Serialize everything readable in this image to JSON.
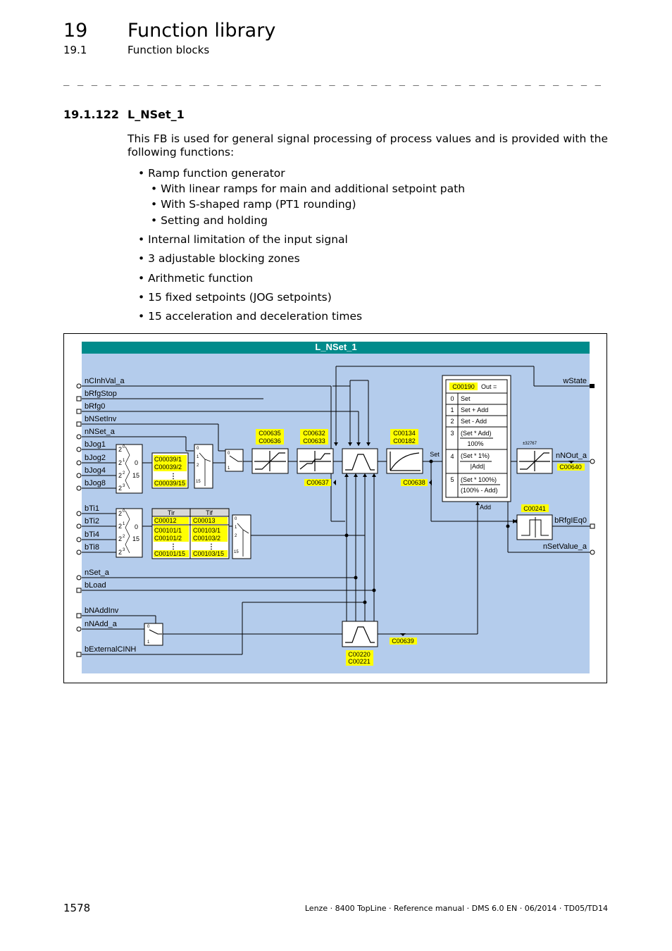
{
  "header": {
    "chapter_number": "19",
    "chapter_title": "Function library",
    "section_number": "19.1",
    "section_title": "Function blocks",
    "rule": "_ _ _ _ _ _ _ _ _ _ _ _ _ _ _ _ _ _ _ _ _ _ _ _ _ _ _ _ _ _ _ _ _ _ _ _ _ _ _ _ _ _ _ _ _ _ _ _ _ _ _ _ _ _ _ _ _ _ _ _ _ _ _ _ _"
  },
  "section": {
    "number": "19.1.122",
    "title": "L_NSet_1",
    "intro": "This FB is used for general signal processing of process values and is provided with the following functions:",
    "bullets": [
      "Ramp function generator",
      "With linear ramps for main and additional setpoint path",
      "With S-shaped ramp (PT1 rounding)",
      "Setting and holding",
      "Internal limitation of the input signal",
      "3 adjustable blocking zones",
      "Arithmetic function",
      "15 fixed setpoints (JOG setpoints)",
      "15 acceleration and deceleration times"
    ]
  },
  "diagram": {
    "title": "L_NSet_1",
    "colors": {
      "banner": "#008B8B",
      "panel": "#B4CCEC",
      "highlight": "#FFFF00"
    },
    "inputs": [
      "nCInhVal_a",
      "bRfgStop",
      "bRfg0",
      "bNSetInv",
      "nNSet_a",
      "bJog1",
      "bJog2",
      "bJog4",
      "bJog8",
      "bTi1",
      "bTi2",
      "bTi4",
      "bTi8",
      "nSet_a",
      "bLoad",
      "bNAddInv",
      "nNAdd_a",
      "bExternalCINH"
    ],
    "outputs": [
      "wState",
      "nNOut_a",
      "bRfgIEq0",
      "nSetValue_a"
    ],
    "codes": {
      "c635": "C00635",
      "c636": "C00636",
      "c632": "C00632",
      "c633": "C00633",
      "c134": "C00134",
      "c182": "C00182",
      "c637": "C00637",
      "c638": "C00638",
      "c640": "C00640",
      "c241": "C00241",
      "c639": "C00639",
      "c220": "C00220",
      "c221": "C00221",
      "c39_1": "C00039/1",
      "c39_2": "C00039/2",
      "c39_15": "C00039/15",
      "tir": "Tir",
      "tif": "Tif",
      "c12": "C00012",
      "c13": "C00013",
      "c101_1": "C00101/1",
      "c101_2": "C00101/2",
      "c101_15": "C00101/15",
      "c103_1": "C00103/1",
      "c103_2": "C00103/2",
      "c103_15": "C00103/15"
    },
    "arith": {
      "code": "C00190",
      "out_label": "Out =",
      "rows": [
        {
          "n": "0",
          "t": "Set"
        },
        {
          "n": "1",
          "t": "Set + Add"
        },
        {
          "n": "2",
          "t": "Set - Add"
        },
        {
          "n": "3",
          "t": "(Set * Add)",
          "d": "100%"
        },
        {
          "n": "4",
          "t": "(Set * 1%)",
          "d": "|Add|"
        },
        {
          "n": "5",
          "t": "(Set * 100%)",
          "d": "(100% - Add)"
        }
      ]
    },
    "labels": {
      "set": "Set",
      "add": "Add",
      "limit": "±32767",
      "bin0": "0",
      "bin1": "1",
      "bin2": "2",
      "bin15": "15",
      "p2": "2",
      "e0": "0",
      "e1": "1",
      "e2": "2",
      "e3": "3",
      "dots": "⋮"
    }
  },
  "footer": {
    "page": "1578",
    "doc": "Lenze · 8400 TopLine · Reference manual · DMS 6.0 EN · 06/2014 · TD05/TD14"
  }
}
